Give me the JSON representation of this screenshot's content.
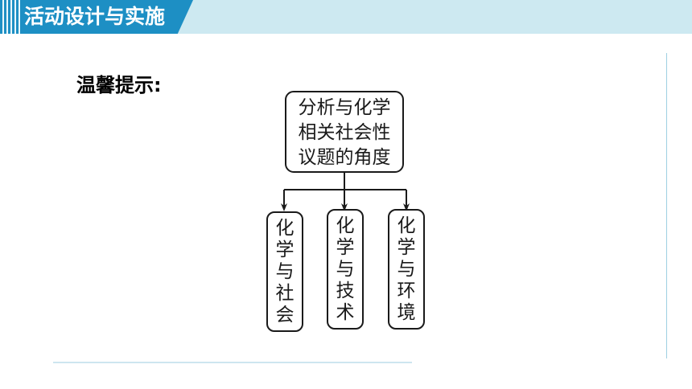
{
  "header": {
    "title": "活动设计与实施"
  },
  "tip": {
    "label": "温馨提示:"
  },
  "diagram": {
    "root": {
      "lines": [
        "分析与化学",
        "相关社会性",
        "议题的角度"
      ]
    },
    "children": [
      {
        "chars": [
          "化",
          "学",
          "与",
          "社",
          "会"
        ]
      },
      {
        "chars": [
          "化",
          "学",
          "与",
          "技",
          "术"
        ]
      },
      {
        "chars": [
          "化",
          "学",
          "与",
          "环",
          "境"
        ]
      }
    ]
  },
  "colors": {
    "header_band": "#cde9f1",
    "header_tab": "#1d8fc4",
    "rule": "#9fd0e2"
  }
}
